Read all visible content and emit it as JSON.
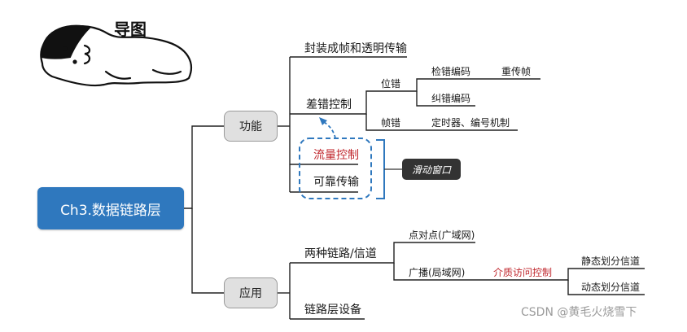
{
  "logo": {
    "text": "导图"
  },
  "root": {
    "label": "Ch3.数据链路层"
  },
  "functions": {
    "label": "功能",
    "framing": "封装成帧和透明传输",
    "error_control": {
      "label": "差错控制",
      "bit_error": {
        "label": "位错",
        "detect": "检错编码",
        "retransmit": "重传帧",
        "correct": "纠错编码"
      },
      "frame_error": {
        "label": "帧错",
        "methods": "定时器、编号机制"
      }
    },
    "flow_control": "流量控制",
    "reliable_transfer": "可靠传输",
    "sliding_window": "滑动窗口"
  },
  "applications": {
    "label": "应用",
    "links": {
      "label": "两种链路/信道",
      "point_to_point": "点对点(广域网)",
      "broadcast": {
        "label": "广播(局域网)",
        "mac": "介质访问控制",
        "static": "静态划分信道",
        "dynamic": "动态划分信道"
      }
    },
    "devices": "链路层设备"
  },
  "watermark": "CSDN @黄毛火烧雪下",
  "colors": {
    "root_fill": "#2f78be",
    "highlight_red": "#c0272d",
    "dashed_blue": "#2f78be",
    "bracket_blue": "#2f78be",
    "tag_fill": "#333333"
  }
}
